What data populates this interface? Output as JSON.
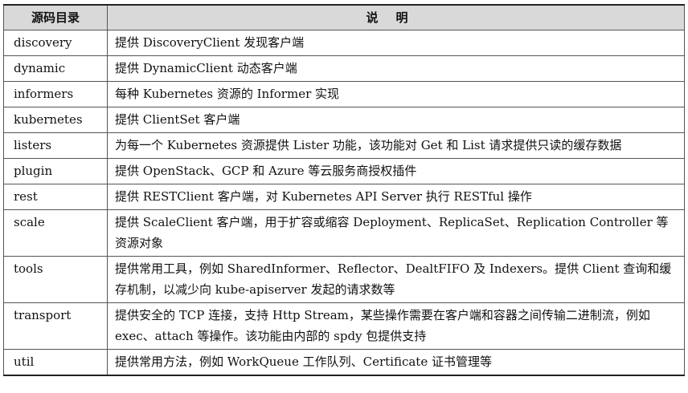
{
  "table": {
    "headers": [
      "源码目录",
      "说明"
    ],
    "rows": [
      {
        "dir": "discovery",
        "desc": "提供 DiscoveryClient 发现客户端"
      },
      {
        "dir": "dynamic",
        "desc": "提供 DynamicClient 动态客户端"
      },
      {
        "dir": "informers",
        "desc": "每种 Kubernetes 资源的 Informer 实现"
      },
      {
        "dir": "kubernetes",
        "desc": "提供 ClientSet 客户端"
      },
      {
        "dir": "listers",
        "desc": "为每一个 Kubernetes 资源提供 Lister 功能，该功能对 Get 和 List 请求提供只读的缓存数据"
      },
      {
        "dir": "plugin",
        "desc": "提供 OpenStack、GCP 和 Azure 等云服务商授权插件"
      },
      {
        "dir": "rest",
        "desc": "提供 RESTClient 客户端，对 Kubernetes API Server 执行 RESTful 操作"
      },
      {
        "dir": "scale",
        "desc": "提供 ScaleClient 客户端，用于扩容或缩容 Deployment、ReplicaSet、Replication Controller 等资源对象"
      },
      {
        "dir": "tools",
        "desc": "提供常用工具，例如 SharedInformer、Reflector、DealtFIFO 及 Indexers。提供 Client 查询和缓存机制，以减少向 kube-apiserver 发起的请求数等"
      },
      {
        "dir": "transport",
        "desc": "提供安全的 TCP 连接，支持 Http Stream，某些操作需要在客户端和容器之间传输二进制流，例如 exec、attach 等操作。该功能由内部的 spdy 包提供支持"
      },
      {
        "dir": "util",
        "desc": "提供常用方法，例如 WorkQueue 工作队列、Certificate 证书管理等"
      }
    ]
  }
}
